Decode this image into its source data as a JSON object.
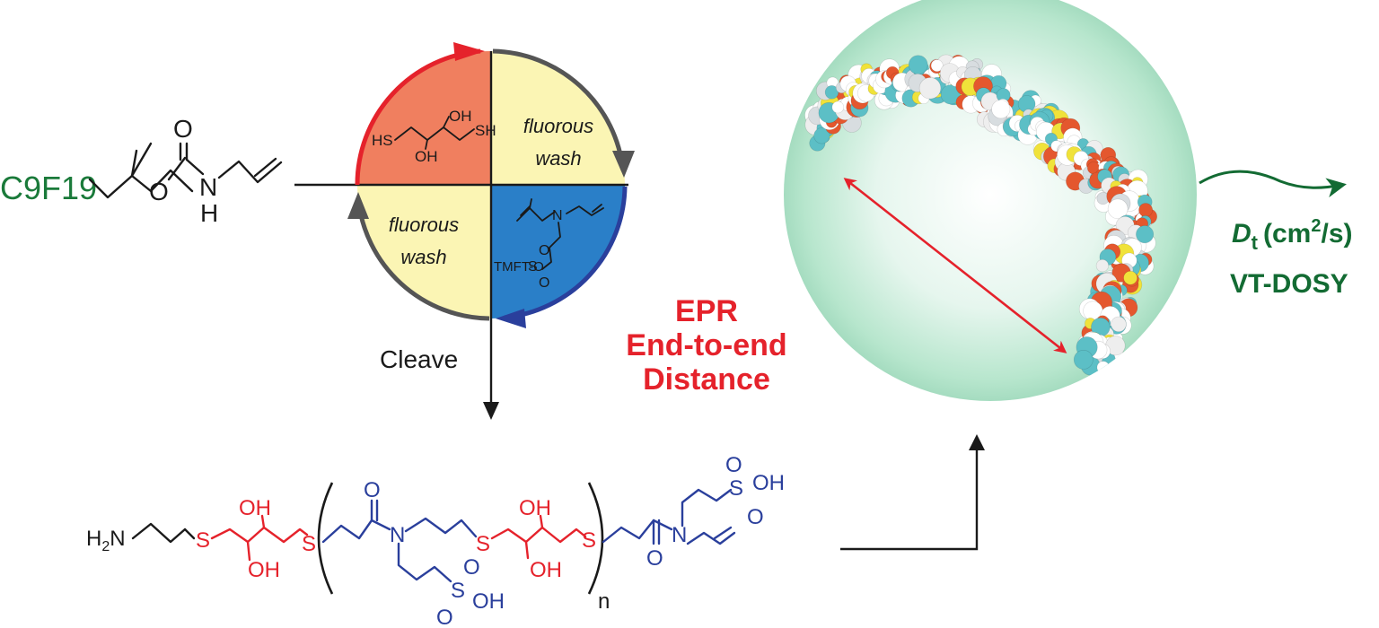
{
  "starting_material": {
    "label": "C9F19",
    "o": "O",
    "carbonyl_o": "O",
    "n": "N",
    "h": "H"
  },
  "cycle": {
    "q1_thiol": {
      "hs": "HS",
      "oh_top": "OH",
      "sh": "SH",
      "oh_bottom": "OH"
    },
    "q2": {
      "line1": "fluorous",
      "line2": "wash"
    },
    "q3": {
      "line1": "fluorous",
      "line2": "wash"
    },
    "q4_monomer": {
      "n": "N",
      "s": "S",
      "o1": "O",
      "o2": "O",
      "tmft": "TMFT-O"
    },
    "colors": {
      "thiol": "#f07f5f",
      "wash": "#fbf5b4",
      "monomer": "#2a7fc8",
      "red_arc": "#e5222b",
      "blue_arc": "#2a3f9c",
      "gray_arc": "#555555"
    }
  },
  "cleave_label": "Cleave",
  "product": {
    "h2n": "H2N",
    "s1": "S",
    "oh1": "OH",
    "oh2": "OH",
    "s2": "S",
    "o_c1": "O",
    "n1": "N",
    "s3": "S",
    "oh3": "OH",
    "oh4": "OH",
    "s4": "S",
    "so3h_s": "S",
    "so3h_o1": "O",
    "so3h_o2": "O",
    "so3h_oh": "OH",
    "repeat_n": "n",
    "o_c2": "O",
    "n2": "N",
    "end_s": "S",
    "end_o1": "O",
    "end_o2": "O",
    "end_oh": "OH"
  },
  "epr": {
    "line1": "EPR",
    "line2": "End-to-end",
    "line3": "Distance"
  },
  "dosy": {
    "d": "D",
    "sub": "t",
    "units": "(cm",
    "sup": "2",
    "units_end": "/s)",
    "method": "VT-DOSY"
  }
}
